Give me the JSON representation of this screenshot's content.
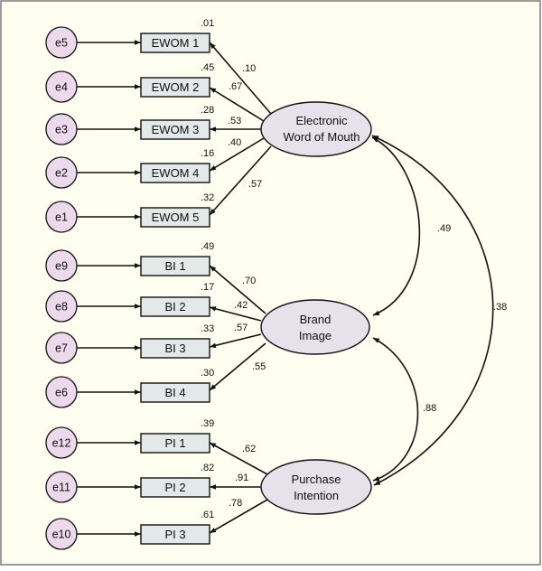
{
  "colors": {
    "background": "#fefef0",
    "border": "#7a7a7a",
    "error_fill": "#ecd9ec",
    "indicator_fill": "#e3e8e8",
    "latent_fill": "#e6e2ec",
    "stroke": "#111111"
  },
  "errors": [
    "e5",
    "e4",
    "e3",
    "e2",
    "e1",
    "e9",
    "e8",
    "e7",
    "e6",
    "e12",
    "e11",
    "e10"
  ],
  "indicators": [
    {
      "name": "EWOM 1",
      "r2": ".01",
      "loading": ".10"
    },
    {
      "name": "EWOM 2",
      "r2": ".45",
      "loading": ".67"
    },
    {
      "name": "EWOM 3",
      "r2": ".28",
      "loading": ".53"
    },
    {
      "name": "EWOM 4",
      "r2": ".16",
      "loading": ".40"
    },
    {
      "name": "EWOM 5",
      "r2": ".32",
      "loading": ".57"
    },
    {
      "name": "BI 1",
      "r2": ".49",
      "loading": ".70"
    },
    {
      "name": "BI 2",
      "r2": ".17",
      "loading": ".42"
    },
    {
      "name": "BI 3",
      "r2": ".33",
      "loading": ".57"
    },
    {
      "name": "BI 4",
      "r2": ".30",
      "loading": ".55"
    },
    {
      "name": "PI 1",
      "r2": ".39",
      "loading": ".62"
    },
    {
      "name": "PI 2",
      "r2": ".82",
      "loading": ".91"
    },
    {
      "name": "PI 3",
      "r2": ".61",
      "loading": ".78"
    }
  ],
  "latents": [
    {
      "lines": [
        "Electronic",
        "Word of Mouth"
      ]
    },
    {
      "lines": [
        "Brand",
        "Image"
      ]
    },
    {
      "lines": [
        "Purchase",
        "Intention"
      ]
    }
  ],
  "correlations": [
    {
      "between": [
        "Electronic Word of Mouth",
        "Brand Image"
      ],
      "value": ".49"
    },
    {
      "between": [
        "Brand Image",
        "Purchase Intention"
      ],
      "value": ".88"
    },
    {
      "between": [
        "Electronic Word of Mouth",
        "Purchase Intention"
      ],
      "value": ".38"
    }
  ]
}
